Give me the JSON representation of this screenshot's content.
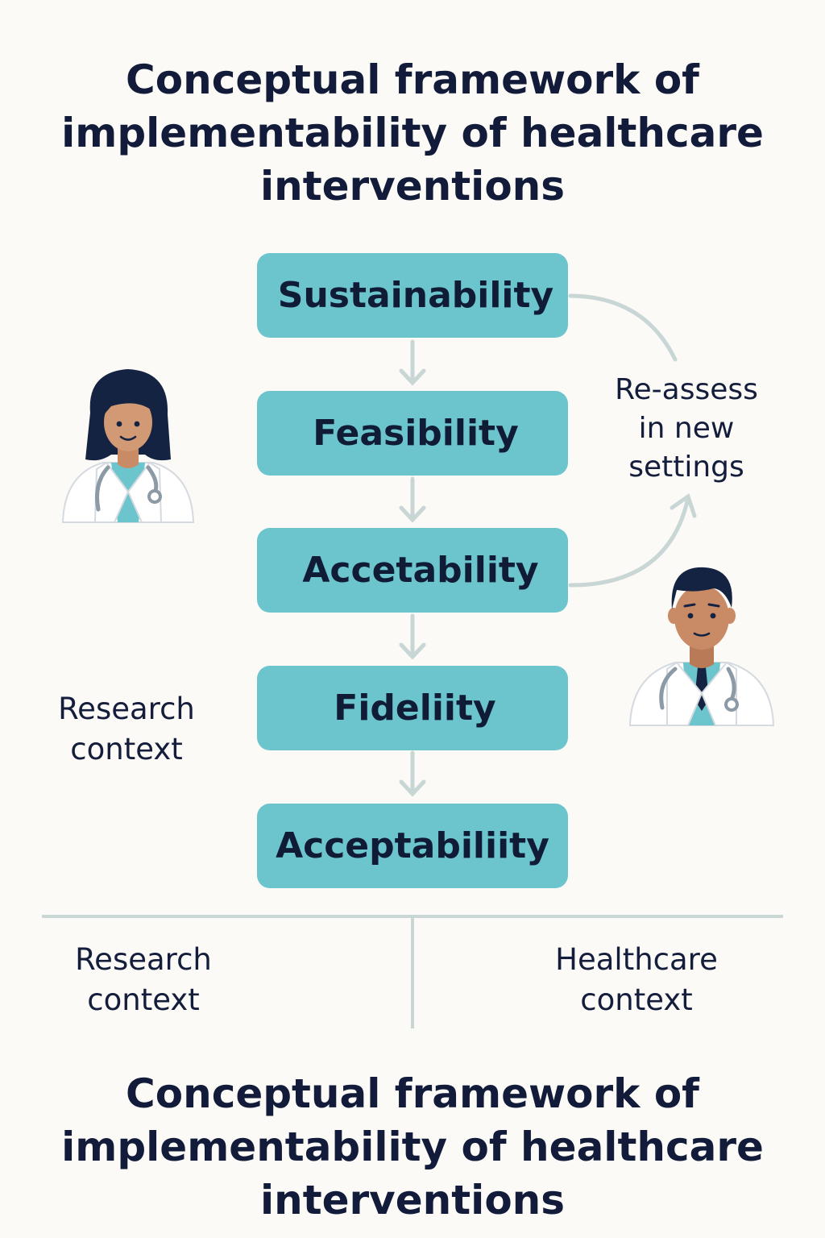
{
  "title_top": {
    "line1": "Conceptual framework of",
    "line2": "implementability of healthcare",
    "line3": "interventions"
  },
  "steps": [
    {
      "label": "Sustainability"
    },
    {
      "label": "Feasibility"
    },
    {
      "label": "Accetability"
    },
    {
      "label": "Fideliity"
    },
    {
      "label": "Acceptabiliity"
    }
  ],
  "loop_note": {
    "line1": "Re-assess",
    "line2": "in new",
    "line3": "settings"
  },
  "left_label": {
    "line1": "Research",
    "line2": "context"
  },
  "bottom_left": {
    "line1": "Research",
    "line2": "context"
  },
  "bottom_right": {
    "line1": "Healthcare",
    "line2": "context"
  },
  "title_bottom": {
    "line1": "Conceptual framework of",
    "line2": "implementability of healthcare",
    "line3": "interventions"
  },
  "colors": {
    "box": "#6cc4cd",
    "arrow": "#c9d6d6",
    "text": "#121c3a",
    "background": "#fbfaf6"
  },
  "icons": [
    "female-doctor-icon",
    "male-doctor-icon"
  ]
}
